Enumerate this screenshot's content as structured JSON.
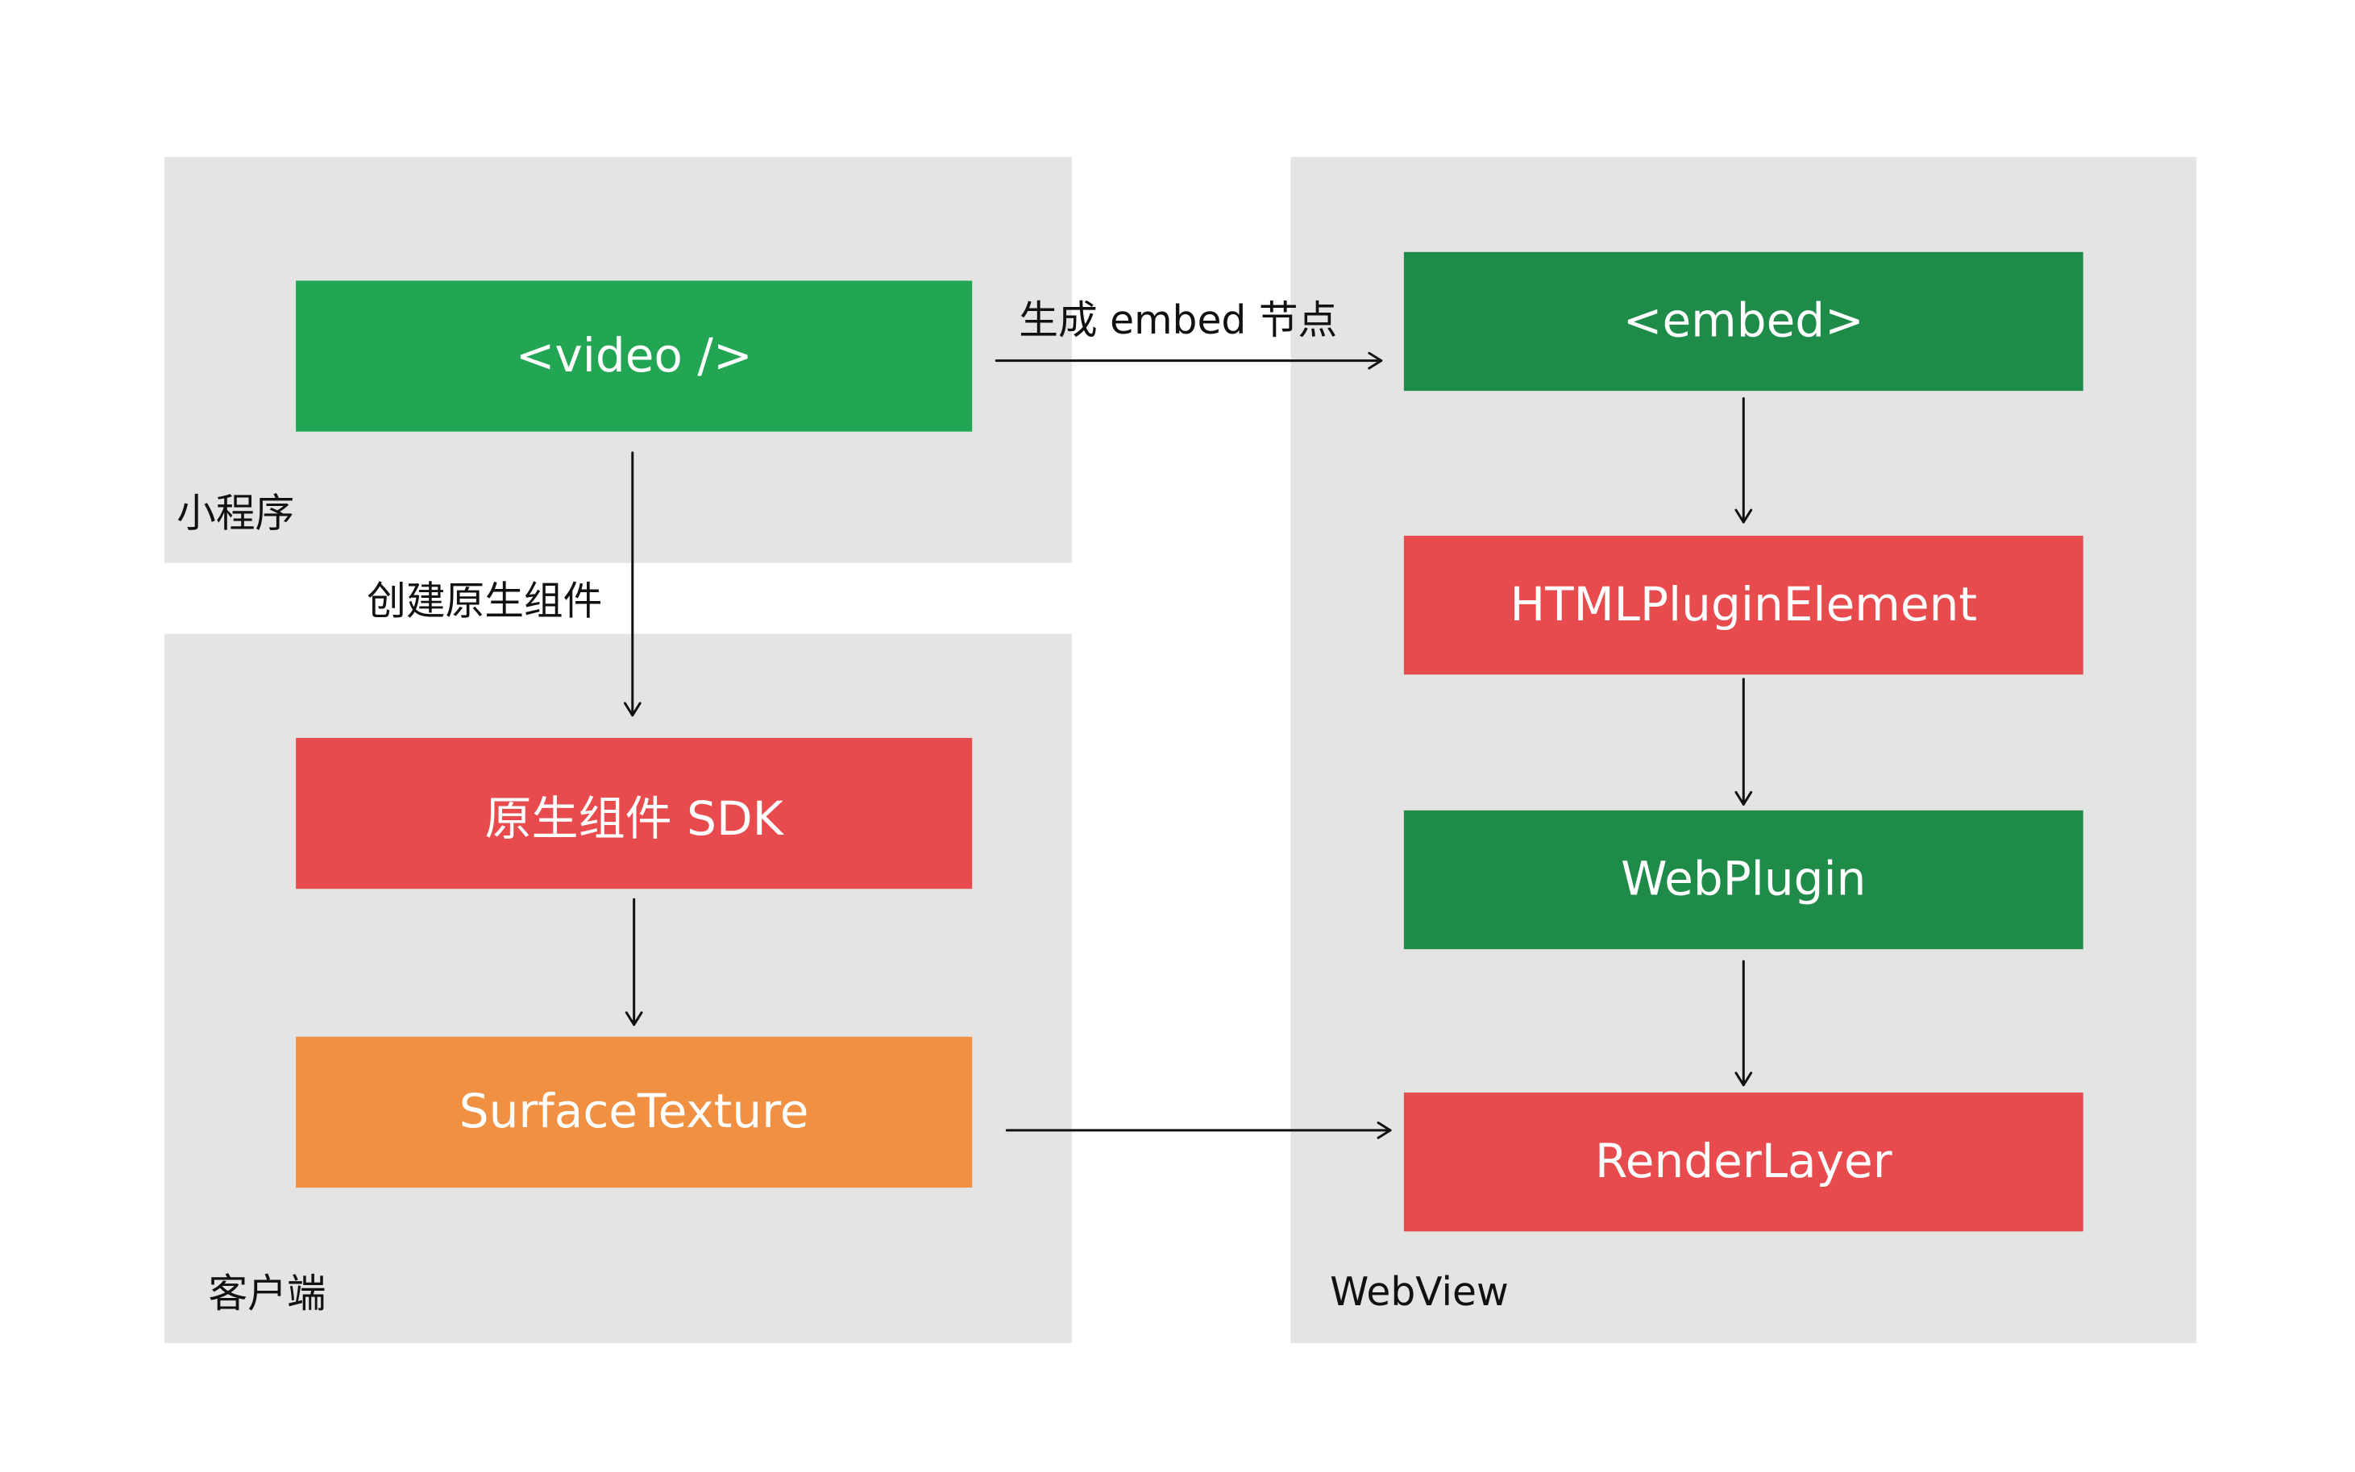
{
  "panels": {
    "mini_program": {
      "label": "小程序"
    },
    "client": {
      "label": "客户端"
    },
    "webview": {
      "label": "WebView"
    }
  },
  "nodes": {
    "video": {
      "label": "<video />",
      "color": "#23a653"
    },
    "native_sdk": {
      "label": "原生组件 SDK",
      "color": "#e84b4d"
    },
    "surface_texture": {
      "label": "SurfaceTexture",
      "color": "#f09042"
    },
    "embed": {
      "label": "<embed>",
      "color": "#1e8b49"
    },
    "html_plugin_element": {
      "label": "HTMLPluginElement",
      "color": "#e84b4d"
    },
    "web_plugin": {
      "label": "WebPlugin",
      "color": "#1e8b49"
    },
    "render_layer": {
      "label": "RenderLayer",
      "color": "#e84b4d"
    }
  },
  "edges": {
    "create_native": {
      "label": "创建原生组件"
    },
    "gen_embed": {
      "label": "生成 embed 节点"
    }
  },
  "colors": {
    "panel_bg": "#e4e4e4",
    "arrow": "#111111"
  }
}
